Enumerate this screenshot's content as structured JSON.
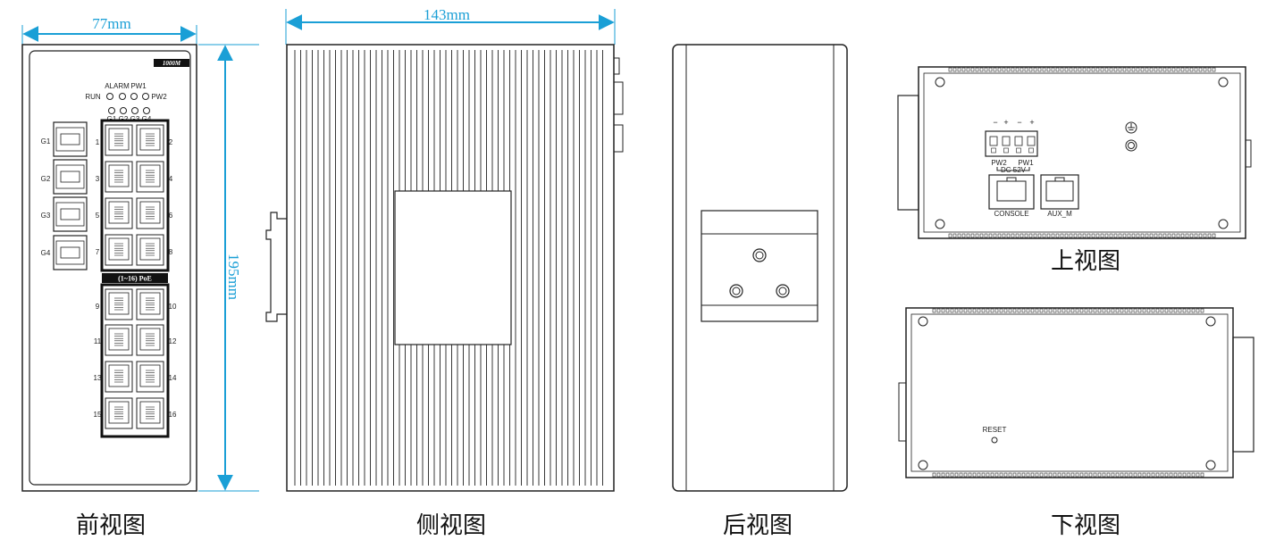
{
  "dimensions": {
    "width_front": "77mm",
    "depth_side": "143mm",
    "height": "195mm"
  },
  "captions": {
    "front": "前视图",
    "side": "侧视图",
    "back": "后视图",
    "top": "上视图",
    "bottom": "下视图"
  },
  "front": {
    "speed_badge": "1000M",
    "led_top": [
      "ALARM",
      "PW1"
    ],
    "led_run": "RUN",
    "led_pw2": "PW2",
    "led_g": [
      "G1",
      "G2",
      "G3",
      "G4"
    ],
    "sfp_labels": [
      "G1",
      "G2",
      "G3",
      "G4"
    ],
    "poe_label": "(1~16) PoE",
    "ports_left": [
      "1",
      "3",
      "5",
      "7",
      "9",
      "11",
      "13",
      "15"
    ],
    "ports_right": [
      "2",
      "4",
      "6",
      "8",
      "10",
      "12",
      "14",
      "16"
    ]
  },
  "top": {
    "terminal_signs": [
      "−",
      "+",
      "−",
      "+"
    ],
    "pw2": "PW2",
    "pw1": "PW1",
    "dc": "DC 52V",
    "console": "CONSOLE",
    "aux": "AUX_M"
  },
  "bottom": {
    "reset": "RESET"
  },
  "colors": {
    "dimension": "#1a9fd6",
    "outline": "#222222"
  }
}
